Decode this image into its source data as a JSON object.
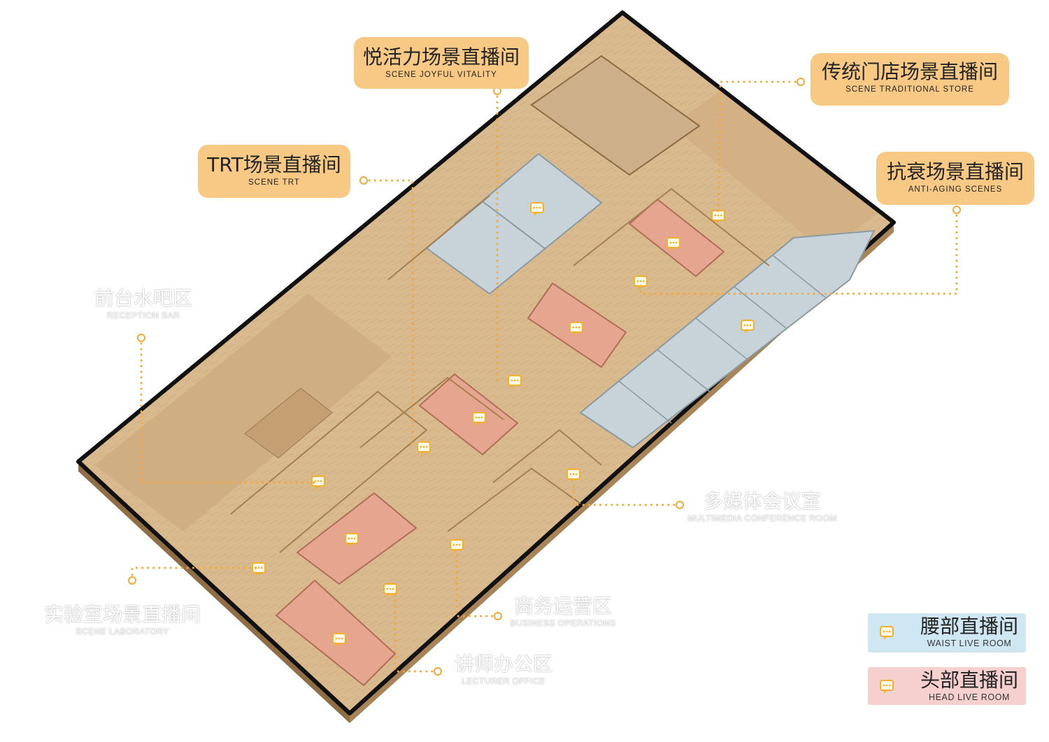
{
  "colors": {
    "wood": "#d8b78b",
    "wood_dark": "#b89466",
    "wall_black": "#111111",
    "waist_room": "#c7d3d9",
    "head_room": "#e6a58f",
    "callout_orange": "#f8c985",
    "leader_dots": "#f4a836",
    "legend_waist_bg": "#cfe6f3",
    "legend_head_bg": "#f6d0cf",
    "chat_icon": "#f2b12b"
  },
  "callouts": {
    "joyful": {
      "zh": "悦活力场景直播间",
      "en": "SCENE JOYFUL VITALITY"
    },
    "traditional": {
      "zh": "传统门店场景直播间",
      "en": "SCENE TRADITIONAL STORE"
    },
    "trt": {
      "zh": "TRT场景直播间",
      "en": "SCENE TRT"
    },
    "anti_aging": {
      "zh": "抗衰场景直播间",
      "en": "ANTI-AGING SCENES"
    }
  },
  "zones": {
    "reception": {
      "zh": "前台水吧区",
      "en": "RECEPTION BAR"
    },
    "multimedia": {
      "zh": "多媒体会议室",
      "en": "MULTIMEDIA CONFERENCE ROOM"
    },
    "laboratory": {
      "zh": "实验室场景直播间",
      "en": "SCENE LABORATORY"
    },
    "business": {
      "zh": "商务运营区",
      "en": "BUSINESS OPERATIONS"
    },
    "lecturer": {
      "zh": "讲师办公区",
      "en": "LECTURER OFFICE"
    }
  },
  "legend": {
    "waist": {
      "zh": "腰部直播间",
      "en": "WAIST LIVE ROOM",
      "icon": "chat-bubble-icon"
    },
    "head": {
      "zh": "头部直播间",
      "en": "HEAD LIVE ROOM",
      "icon": "chat-bubble-icon"
    }
  }
}
